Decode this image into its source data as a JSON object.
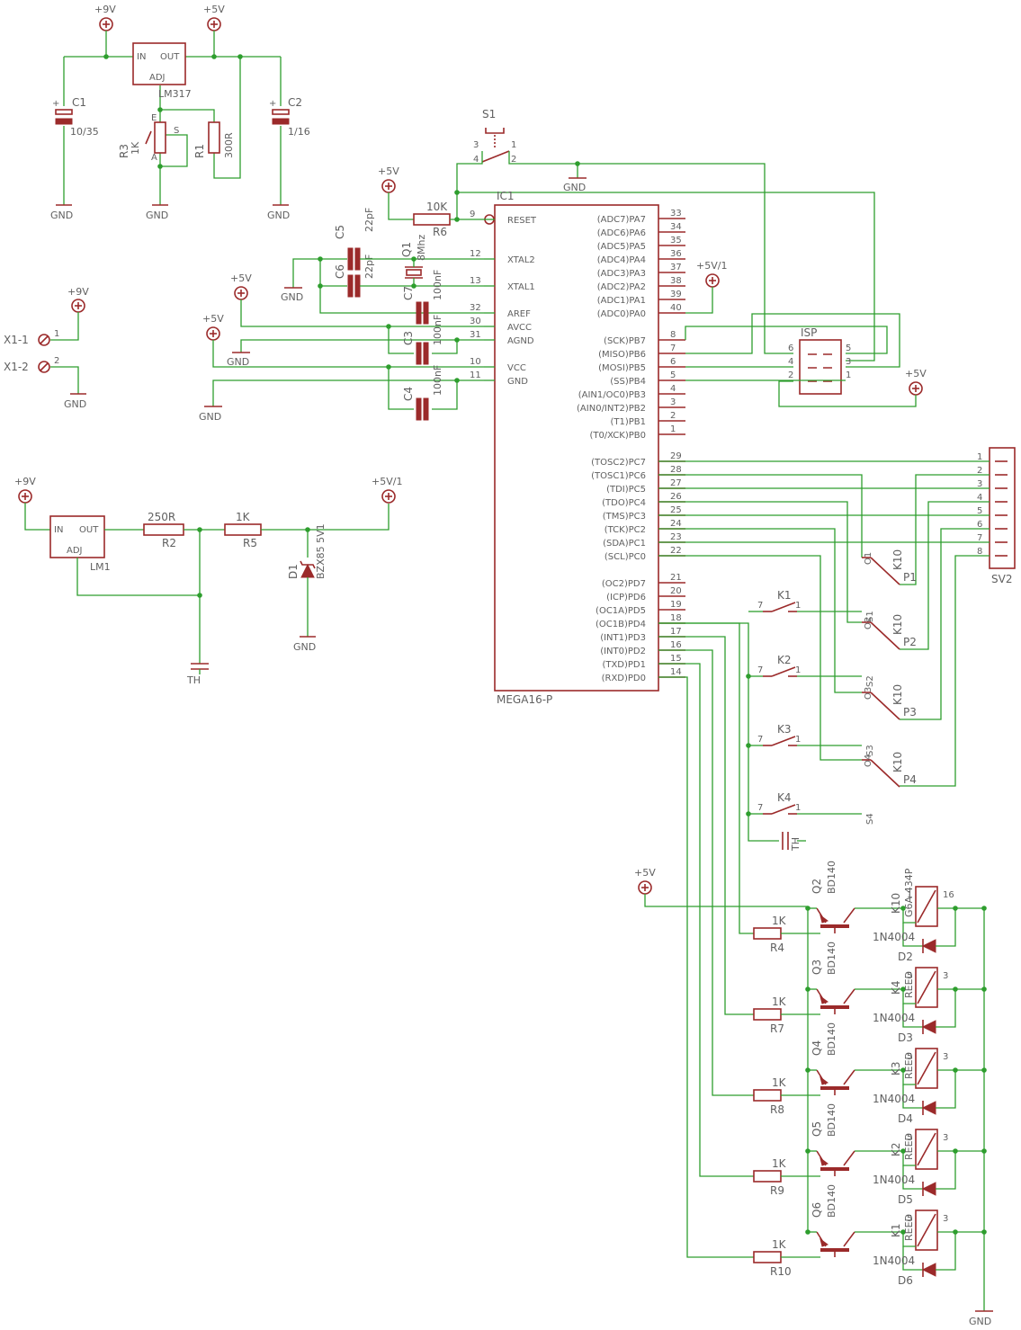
{
  "supply": {
    "v9_top": "+9V",
    "v5_top": "+5V",
    "reg1_in": "IN",
    "reg1_out": "OUT",
    "reg1_adj": "ADJ",
    "reg1_name": "LM317",
    "c1_name": "C1",
    "c1_val": "10/35",
    "c2_name": "C2",
    "c2_val": "1/16",
    "r3_name": "R3",
    "r3_val": "1K",
    "r3_e": "E",
    "r3_a": "A",
    "r3_s": "S",
    "r1_name": "R1",
    "r1_val": "300R",
    "gnd": "GND"
  },
  "connector_x1": {
    "v9": "+9V",
    "x1_1": "X1-1",
    "x1_2": "X1-2",
    "p1": "1",
    "p2": "2",
    "gnd": "GND"
  },
  "reg2": {
    "v9": "+9V",
    "in": "IN",
    "out": "OUT",
    "adj": "ADJ",
    "name": "LM1",
    "r2_val": "250R",
    "r2_name": "R2",
    "r5_val": "1K",
    "r5_name": "R5",
    "v51": "+5V/1",
    "d1_name": "D1",
    "d1_val": "BZX85 5V1",
    "gnd": "GND",
    "th": "TH"
  },
  "mcu": {
    "name": "IC1",
    "part": "MEGA16-P",
    "left_pins": [
      {
        "n": "9",
        "l": "RESET"
      },
      {
        "n": "12",
        "l": "XTAL2"
      },
      {
        "n": "13",
        "l": "XTAL1"
      },
      {
        "n": "32",
        "l": "AREF"
      },
      {
        "n": "30",
        "l": "AVCC"
      },
      {
        "n": "31",
        "l": "AGND"
      },
      {
        "n": "10",
        "l": "VCC"
      },
      {
        "n": "11",
        "l": "GND"
      }
    ],
    "right_pins": [
      {
        "n": "33",
        "l": "(ADC7)PA7"
      },
      {
        "n": "34",
        "l": "(ADC6)PA6"
      },
      {
        "n": "35",
        "l": "(ADC5)PA5"
      },
      {
        "n": "36",
        "l": "(ADC4)PA4"
      },
      {
        "n": "37",
        "l": "(ADC3)PA3"
      },
      {
        "n": "38",
        "l": "(ADC2)PA2"
      },
      {
        "n": "39",
        "l": "(ADC1)PA1"
      },
      {
        "n": "40",
        "l": "(ADC0)PA0"
      },
      {
        "n": "8",
        "l": "(SCK)PB7"
      },
      {
        "n": "7",
        "l": "(MISO)PB6"
      },
      {
        "n": "6",
        "l": "(MOSI)PB5"
      },
      {
        "n": "5",
        "l": "(SS)PB4"
      },
      {
        "n": "4",
        "l": "(AIN1/OC0)PB3"
      },
      {
        "n": "3",
        "l": "(AIN0/INT2)PB2"
      },
      {
        "n": "2",
        "l": "(T1)PB1"
      },
      {
        "n": "1",
        "l": "(T0/XCK)PB0"
      },
      {
        "n": "29",
        "l": "(TOSC2)PC7"
      },
      {
        "n": "28",
        "l": "(TOSC1)PC6"
      },
      {
        "n": "27",
        "l": "(TDI)PC5"
      },
      {
        "n": "26",
        "l": "(TDO)PC4"
      },
      {
        "n": "25",
        "l": "(TMS)PC3"
      },
      {
        "n": "24",
        "l": "(TCK)PC2"
      },
      {
        "n": "23",
        "l": "(SDA)PC1"
      },
      {
        "n": "22",
        "l": "(SCL)PC0"
      },
      {
        "n": "21",
        "l": "(OC2)PD7"
      },
      {
        "n": "20",
        "l": "(ICP)PD6"
      },
      {
        "n": "19",
        "l": "(OC1A)PD5"
      },
      {
        "n": "18",
        "l": "(OC1B)PD4"
      },
      {
        "n": "17",
        "l": "(INT1)PD3"
      },
      {
        "n": "16",
        "l": "(INT0)PD2"
      },
      {
        "n": "15",
        "l": "(TXD)PD1"
      },
      {
        "n": "14",
        "l": "(RXD)PD0"
      }
    ]
  },
  "mcu_periph": {
    "s1": "S1",
    "s1_p3": "3",
    "s1_p4": "4",
    "s1_p1": "1",
    "s1_p2": "2",
    "gnd": "GND",
    "v5": "+5V",
    "r6_val": "10K",
    "r6_name": "R6",
    "c5_name": "C5",
    "c5_val": "22pF",
    "c6_name": "C6",
    "c6_val": "22pF",
    "q1_name": "Q1",
    "q1_val": "8Mhz",
    "c7_name": "C7",
    "c7_val": "100nF",
    "c3_name": "C3",
    "c3_val": "100nF",
    "c4_name": "C4",
    "c4_val": "100nF",
    "v51": "+5V/1"
  },
  "isp": {
    "name": "ISP",
    "pins": [
      "6",
      "5",
      "4",
      "3",
      "2",
      "1"
    ],
    "v5": "+5V"
  },
  "sv2": {
    "name": "SV2",
    "pins": [
      "1",
      "2",
      "3",
      "4",
      "5",
      "6",
      "7",
      "8"
    ]
  },
  "k10": [
    {
      "c": "O1",
      "k": "K10",
      "p": "P1"
    },
    {
      "c": "O2",
      "k": "K10",
      "p": "P2"
    },
    {
      "c": "O3",
      "k": "K10",
      "p": "P3"
    },
    {
      "c": "O4",
      "k": "K10",
      "p": "P4"
    }
  ],
  "keys": [
    {
      "n": "K1",
      "a": "7",
      "b": "1",
      "s": "S1"
    },
    {
      "n": "K2",
      "a": "7",
      "b": "1",
      "s": "S2"
    },
    {
      "n": "K3",
      "a": "7",
      "b": "1",
      "s": "S3"
    },
    {
      "n": "K4",
      "a": "7",
      "b": "1",
      "s": "S4"
    }
  ],
  "keys_th": "TH",
  "drivers": {
    "v5": "+5V",
    "gnd": "GND",
    "rows": [
      {
        "q": "Q2",
        "qv": "BD140",
        "r": "R4",
        "rv": "1K",
        "d": "D2",
        "dv": "1N4004",
        "k": "K10",
        "kv": "G6A-434P",
        "pa": "1",
        "pb": "16"
      },
      {
        "q": "Q3",
        "qv": "BD140",
        "r": "R7",
        "rv": "1K",
        "d": "D3",
        "dv": "1N4004",
        "k": "K4",
        "kv": "REED",
        "pa": "5",
        "pb": "3"
      },
      {
        "q": "Q4",
        "qv": "BD140",
        "r": "R8",
        "rv": "1K",
        "d": "D4",
        "dv": "1N4004",
        "k": "K3",
        "kv": "REED",
        "pa": "5",
        "pb": "3"
      },
      {
        "q": "Q5",
        "qv": "BD140",
        "r": "R9",
        "rv": "1K",
        "d": "D5",
        "dv": "1N4004",
        "k": "K2",
        "kv": "REED",
        "pa": "5",
        "pb": "3"
      },
      {
        "q": "Q6",
        "qv": "BD140",
        "r": "R10",
        "rv": "1K",
        "d": "D6",
        "dv": "1N4004",
        "k": "K1",
        "kv": "REED",
        "pa": "5",
        "pb": "3"
      }
    ]
  },
  "colors": {
    "wire": "#2e9e2e",
    "part": "#9b2a2a",
    "text": "#606060"
  }
}
